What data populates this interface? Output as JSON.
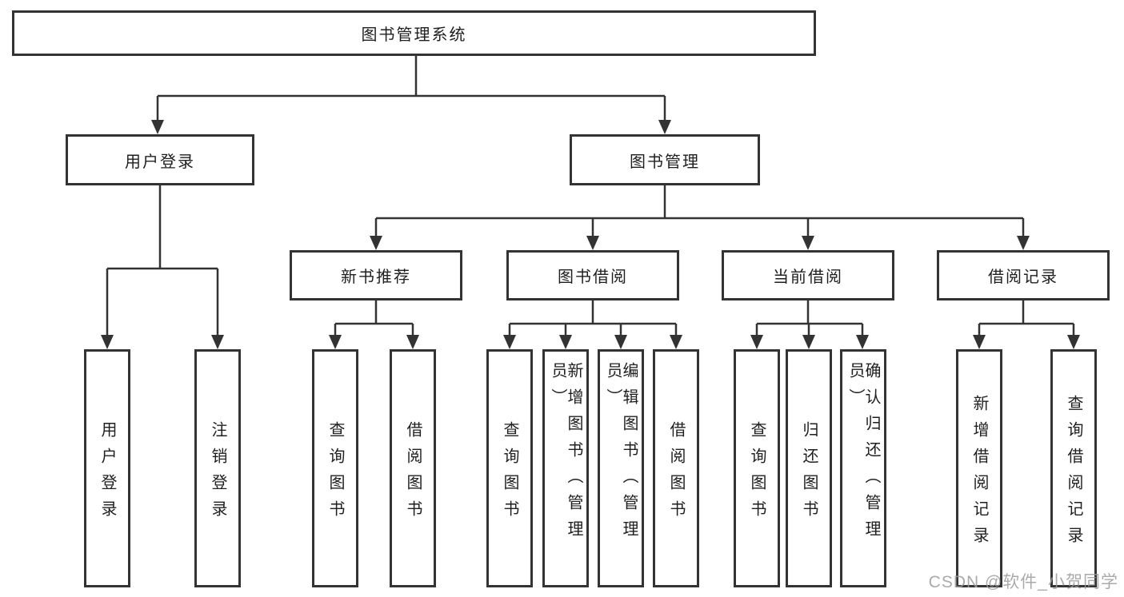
{
  "diagram": {
    "root": {
      "label": "图书管理系统"
    },
    "level2": {
      "user_login": {
        "label": "用户登录"
      },
      "book_mgmt": {
        "label": "图书管理"
      }
    },
    "level3": {
      "new_book": {
        "label": "新书推荐"
      },
      "book_borrow": {
        "label": "图书借阅"
      },
      "current_borrow": {
        "label": "当前借阅"
      },
      "borrow_record": {
        "label": "借阅记录"
      }
    },
    "leaves": {
      "login": {
        "label": "用户登录"
      },
      "logout": {
        "label": "注销登录"
      },
      "nb_query": {
        "label": "查询图书"
      },
      "nb_borrow": {
        "label": "借阅图书"
      },
      "bb_query": {
        "label": "查询图书"
      },
      "bb_add": {
        "label": "新增图书（管理员）"
      },
      "bb_edit": {
        "label": "编辑图书（管理员）"
      },
      "bb_borrow": {
        "label": "借阅图书"
      },
      "cb_query": {
        "label": "查询图书"
      },
      "cb_return": {
        "label": "归还图书"
      },
      "cb_confirm": {
        "label": "确认归还（管理员）"
      },
      "br_add": {
        "label": "新增借阅记录"
      },
      "br_query": {
        "label": "查询借阅记录"
      }
    },
    "watermark": "CSDN @软件_小贺同学",
    "colors": {
      "line": "#333333",
      "text": "#1f1f1f",
      "background": "#ffffff",
      "watermark": "#9c9c9c"
    }
  }
}
